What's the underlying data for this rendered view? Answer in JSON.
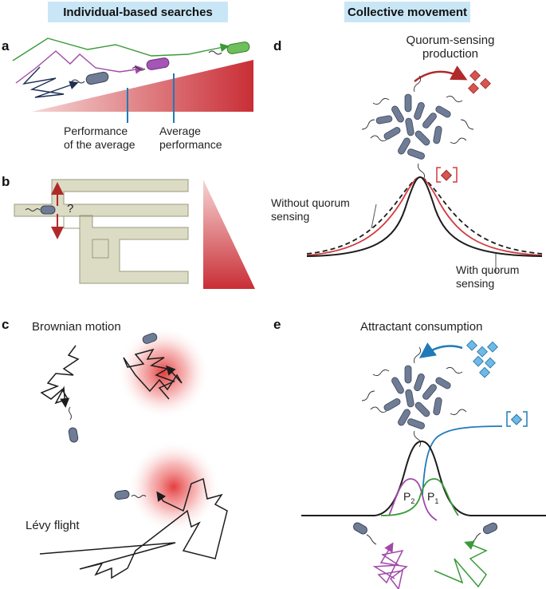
{
  "headers": {
    "left": "Individual-based searches",
    "right": "Collective movement"
  },
  "panels": {
    "a": {
      "label": "a",
      "annotation_left": [
        "Performance",
        "of the average"
      ],
      "annotation_right": [
        "Average",
        "performance"
      ]
    },
    "b": {
      "label": "b",
      "question": "?"
    },
    "c": {
      "label": "c",
      "brownian": "Brownian motion",
      "levy": "Lévy flight"
    },
    "d": {
      "label": "d",
      "qs_production": [
        "Quorum-sensing",
        "production"
      ],
      "without_qs": [
        "Without quorum",
        "sensing"
      ],
      "with_qs": [
        "With quorum",
        "sensing"
      ]
    },
    "e": {
      "label": "e",
      "consumption": "Attractant consumption",
      "p2": "P",
      "p2_sub": "2",
      "p1": "P",
      "p1_sub": "1"
    }
  },
  "colors": {
    "header_bg": "#c9e6f7",
    "gradient_red": "#d23a3f",
    "bacterium_gray": "#6f7c95",
    "bacterium_purple": "#a455b6",
    "bacterium_green": "#6dbf5a",
    "maze": "#dcdcc4",
    "blue": "#1f7ab8",
    "purple_path": "#a04aa8",
    "green_path": "#3a9a3a",
    "qs_red_curve": "#d23a3f"
  }
}
